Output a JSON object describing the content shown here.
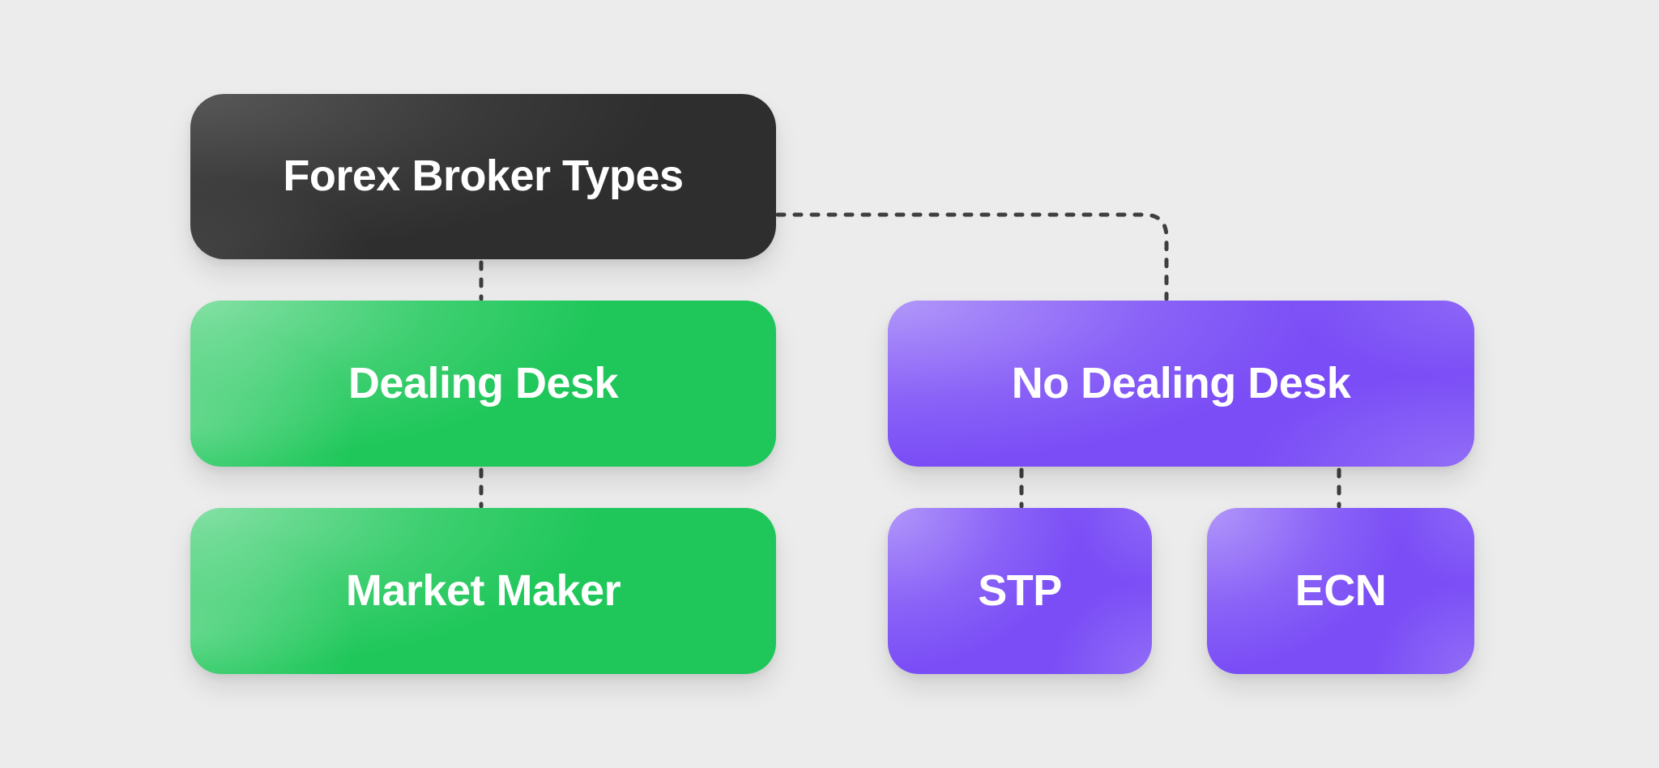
{
  "diagram": {
    "title": "Forex Broker Types",
    "root": {
      "label": "Forex Broker Types"
    },
    "branches": {
      "dealing_desk": {
        "label": "Dealing Desk",
        "child": {
          "label": "Market Maker"
        }
      },
      "no_dealing_desk": {
        "label": "No Dealing Desk",
        "children": [
          {
            "label": "STP"
          },
          {
            "label": "ECN"
          }
        ]
      }
    },
    "connector_style": "dashed"
  },
  "theme": {
    "background": "#ececec",
    "root-box": "#2e2e2e",
    "green-box": "#1fc75a",
    "purple-box": "#7a4df6",
    "text": "#ffffff",
    "connector": "#3f3f3f"
  }
}
